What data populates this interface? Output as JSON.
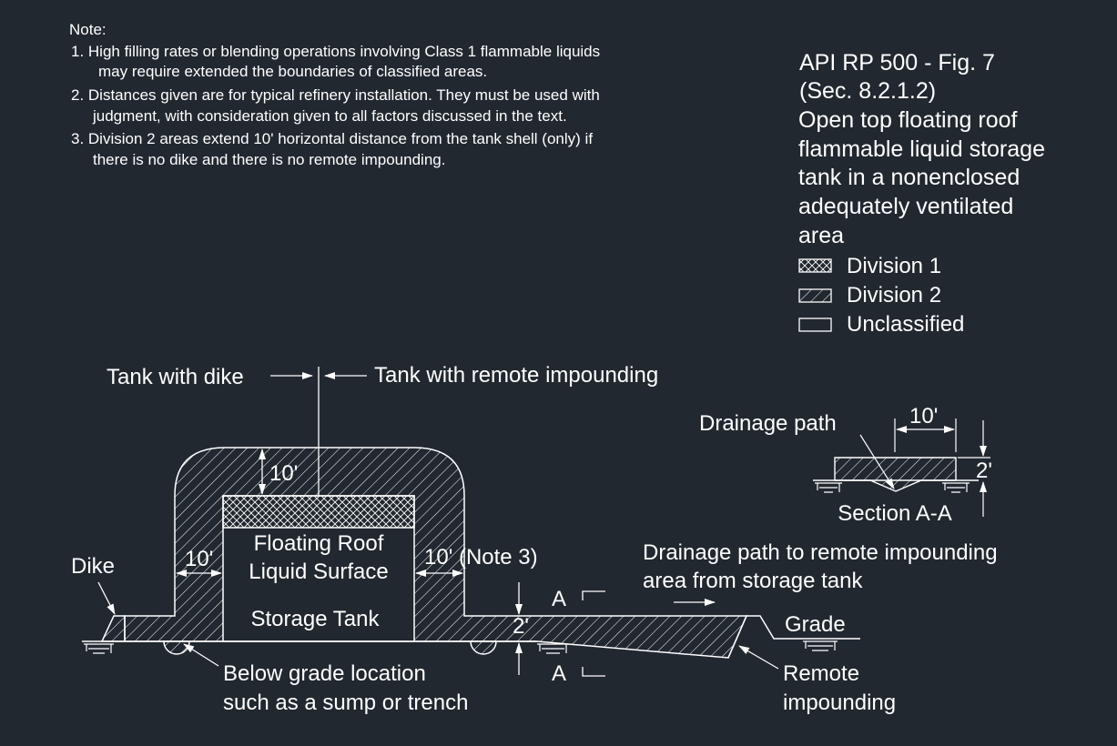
{
  "notes": {
    "heading": "Note:",
    "lines": [
      "1.  High filling rates or blending operations involving Class 1 flammable liquids",
      "may require extended the boundaries of classified areas.",
      "2. Distances given are for typical refinery installation.  They must be used with",
      "judgment, with consideration given to all factors discussed in the text.",
      "3. Division 2 areas extend 10' horizontal distance from the tank shell (only) if",
      "there is no dike and there is no remote impounding."
    ]
  },
  "title": {
    "lines": [
      "API RP 500 - Fig. 7",
      "(Sec. 8.2.1.2)",
      "Open top floating roof",
      "flammable liquid storage",
      "tank in a nonenclosed",
      "adequately ventilated",
      "area"
    ]
  },
  "legend": {
    "items": [
      {
        "label": "Division 1",
        "pattern": "crosshatch"
      },
      {
        "label": "Division 2",
        "pattern": "hatch"
      },
      {
        "label": "Unclassified",
        "pattern": "none"
      }
    ]
  },
  "labels": {
    "tank_with_dike": "Tank with dike",
    "tank_with_remote": "Tank with remote impounding",
    "dim_top": "10'",
    "dim_left": "10'",
    "dim_right": "10' (Note 3)",
    "floating_roof_1": "Floating Roof",
    "floating_roof_2": "Liquid Surface",
    "storage_tank": "Storage Tank",
    "dike": "Dike",
    "dim_2": "2'",
    "section_a_top": "A",
    "section_a_bottom": "A",
    "below_grade_1": "Below grade location",
    "below_grade_2": "such as a sump or trench",
    "drainage_remote_1": "Drainage path to remote impounding",
    "drainage_remote_2": "area from storage tank",
    "grade": "Grade",
    "remote_1": "Remote",
    "remote_2": "impounding",
    "drainage_path": "Drainage path",
    "section_dim_10": "10'",
    "section_dim_2": "2'",
    "section_aa": "Section A-A"
  },
  "colors": {
    "background": "#212830",
    "lines": "#ffffff"
  }
}
